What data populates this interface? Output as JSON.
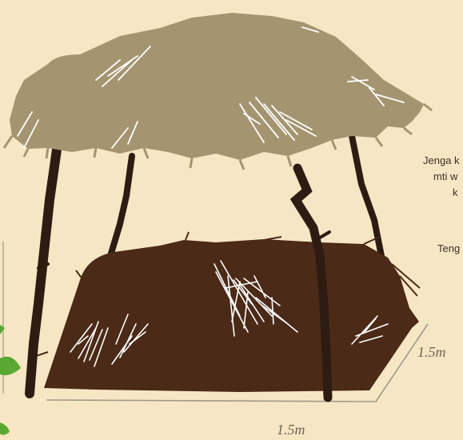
{
  "annotations": {
    "line1": "Jenga k",
    "line2": "mti w",
    "line3": "k",
    "line4": "Teng"
  },
  "dimensions": {
    "width": "1.5m",
    "depth": "1.5m"
  },
  "colors": {
    "background": "#f7e6c4",
    "thatch": "#a49570",
    "compost": "#4b2a17",
    "post": "#2e1c12",
    "straw": "#ffffff",
    "leaf": "#5aa832",
    "guide": "#9e9a8a"
  }
}
